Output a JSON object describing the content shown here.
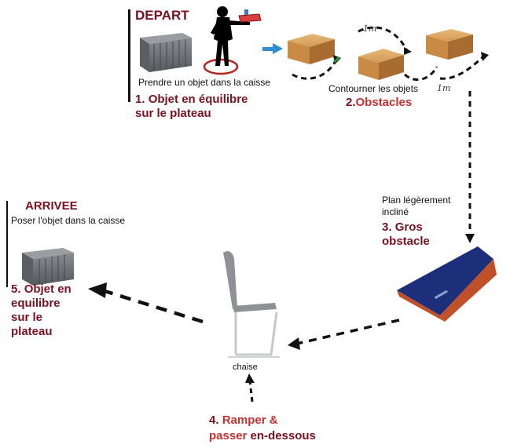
{
  "start": {
    "title": "DEPART",
    "instruction": "Prendre un objet dans la caisse",
    "step_number": "1.",
    "step_line1": "Objet   en équilibre",
    "step_line2": "sur le plateau"
  },
  "step2": {
    "instruction": "Contourner les objets",
    "step_number": "2.",
    "label": "Obstacles",
    "distance_1": "1m",
    "distance_2": "1m"
  },
  "step3": {
    "instruction_line1": "Plan légèrement",
    "instruction_line2": "incliné",
    "step_number": "3.",
    "label_line1": "Gros",
    "label_line2": "obstacle"
  },
  "step4": {
    "object_label": "chaise",
    "step_number": "4.",
    "label_part1": "Ramper &",
    "label_part2": "passer",
    "label_part3": "en-dessous"
  },
  "finish": {
    "title": "ARRIVEE",
    "instruction": "Poser l'objet dans la caisse",
    "step_number": "5.",
    "line1": "Objet en",
    "line2": "equilibre",
    "line3": "sur le",
    "line4": "plateau"
  },
  "colors": {
    "accent": "#7a1020",
    "arrow": "#111111",
    "arrow_blue": "#2b8fd0",
    "crate": "#6f7377",
    "box": "#c98a45",
    "mat": "#1d2f7a",
    "mat_edge": "#c0502a"
  }
}
